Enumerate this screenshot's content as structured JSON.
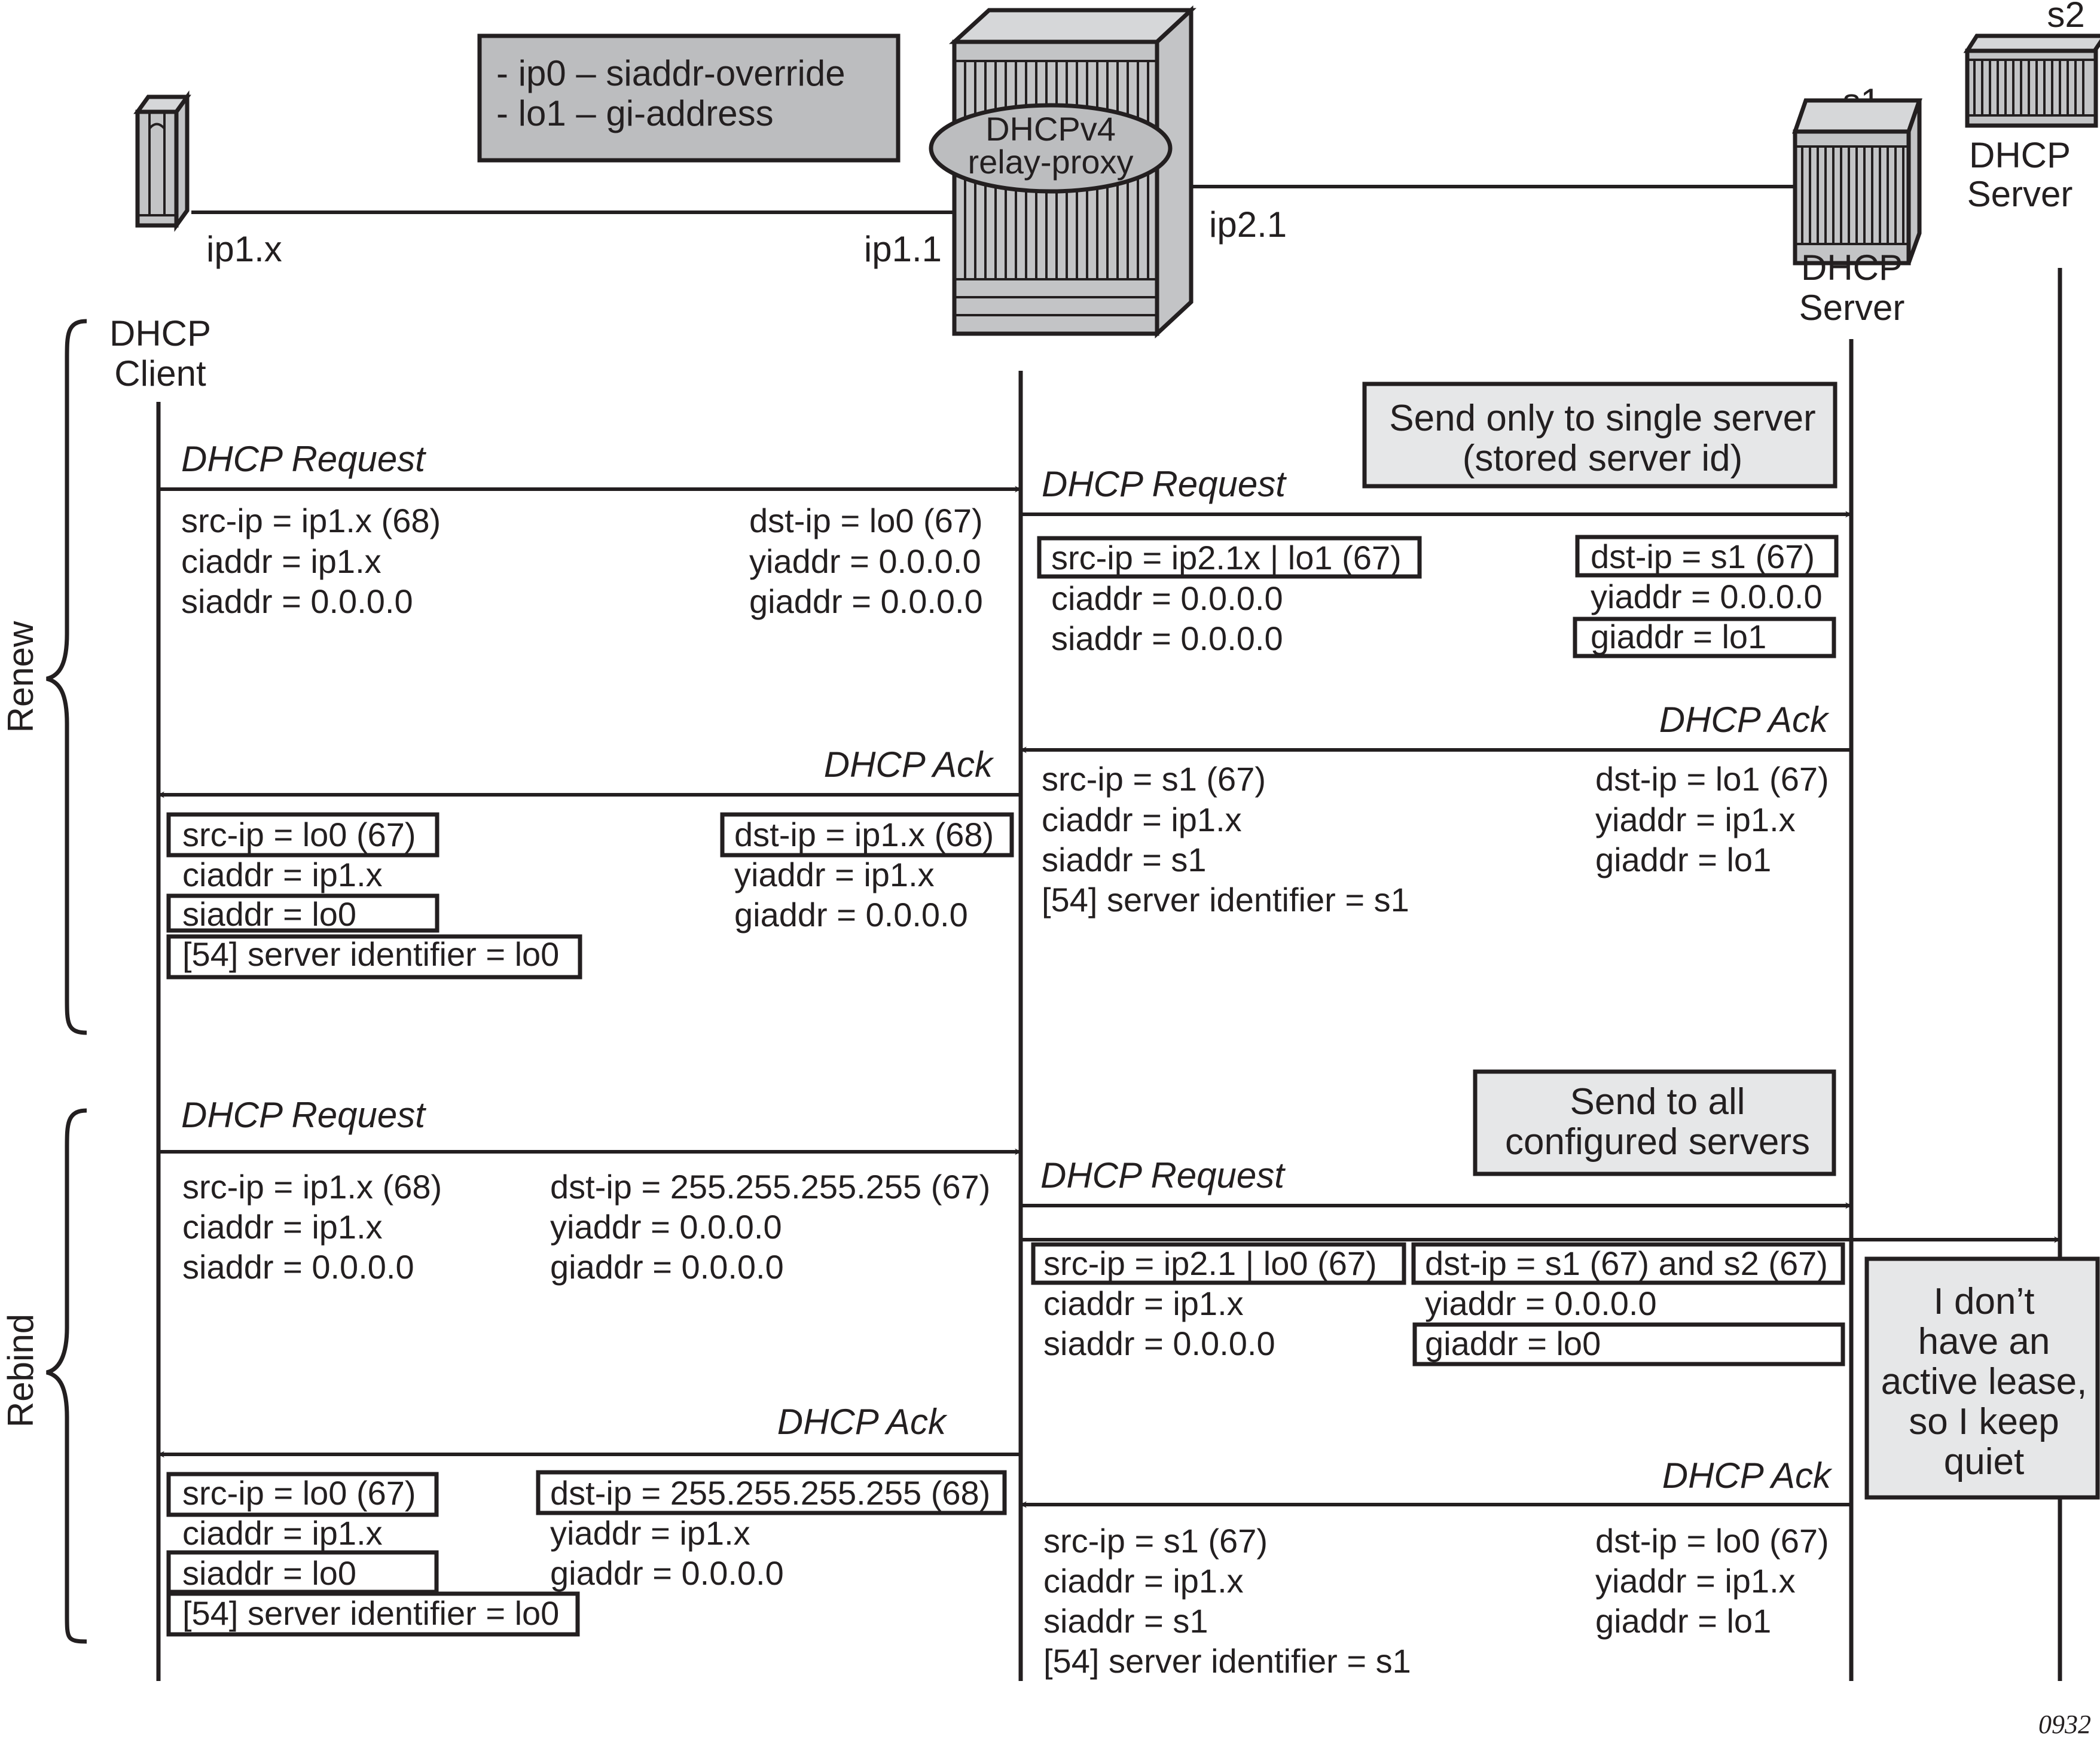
{
  "legend": {
    "line1": "- ip0 – siaddr-override",
    "line2": "- lo1 – gi-address",
    "fill": "#bcbdbf"
  },
  "devices": {
    "client": {
      "label1": "DHCP",
      "label2": "Client",
      "iface": "ip1.x"
    },
    "relay": {
      "label1": "DHCPv4",
      "label2": "relay-proxy",
      "iface_left": "ip1.1",
      "iface_right": "ip2.1"
    },
    "s1": {
      "name": "s1",
      "label1": "DHCP",
      "label2": "Server"
    },
    "s2": {
      "name": "s2",
      "label1": "DHCP",
      "label2": "Server"
    }
  },
  "phases": {
    "renew": "Renew",
    "rebind": "Rebind"
  },
  "notes": {
    "renew": {
      "line1": "Send only to single server",
      "line2": "(stored server id)"
    },
    "rebind": {
      "line1": "Send to all",
      "line2": "configured servers"
    },
    "s2": {
      "lines": [
        "I don’t",
        "have an",
        "active lease,",
        "so I keep",
        "quiet"
      ]
    },
    "fill": "#e6e7e8"
  },
  "renew": {
    "req1": {
      "label": "DHCP Request",
      "left": [
        "src-ip = ip1.x (68)",
        "ciaddr = ip1.x",
        "siaddr = 0.0.0.0"
      ],
      "right": [
        "dst-ip = lo0 (67)",
        "yiaddr = 0.0.0.0",
        "giaddr = 0.0.0.0"
      ]
    },
    "req2": {
      "label": "DHCP Request",
      "left": [
        "src-ip = ip2.1x | lo1 (67)",
        "ciaddr = 0.0.0.0",
        "siaddr = 0.0.0.0"
      ],
      "right": [
        "dst-ip = s1 (67)",
        "yiaddr = 0.0.0.0",
        "giaddr = lo1"
      ]
    },
    "ack1": {
      "label": "DHCP Ack",
      "left": [
        "src-ip = s1 (67)",
        "ciaddr = ip1.x",
        "siaddr = s1",
        "[54] server identifier = s1"
      ],
      "right": [
        "dst-ip = lo1 (67)",
        "yiaddr = ip1.x",
        "giaddr = lo1"
      ]
    },
    "ack2": {
      "label": "DHCP Ack",
      "left": [
        "src-ip = lo0 (67)",
        "ciaddr = ip1.x",
        "siaddr = lo0",
        "[54] server identifier = lo0"
      ],
      "right": [
        "dst-ip = ip1.x (68)",
        "yiaddr = ip1.x",
        "giaddr = 0.0.0.0"
      ]
    }
  },
  "rebind": {
    "req1": {
      "label": "DHCP Request",
      "left": [
        "src-ip = ip1.x (68)",
        "ciaddr = ip1.x",
        "siaddr = 0.0.0.0"
      ],
      "right": [
        "dst-ip = 255.255.255.255 (67)",
        "yiaddr = 0.0.0.0",
        "giaddr = 0.0.0.0"
      ]
    },
    "req2": {
      "label": "DHCP Request",
      "left": [
        "src-ip = ip2.1 | lo0 (67)",
        "ciaddr = ip1.x",
        "siaddr = 0.0.0.0"
      ],
      "right": [
        "dst-ip = s1 (67) and s2 (67)",
        "yiaddr = 0.0.0.0",
        "giaddr = lo0"
      ]
    },
    "ack1": {
      "label": "DHCP Ack",
      "left": [
        "src-ip = s1 (67)",
        "ciaddr = ip1.x",
        "siaddr = s1",
        "[54] server identifier = s1"
      ],
      "right": [
        "dst-ip = lo0 (67)",
        "yiaddr = ip1.x",
        "giaddr = lo1"
      ]
    },
    "ack2": {
      "label": "DHCP Ack",
      "left": [
        "src-ip = lo0 (67)",
        "ciaddr = ip1.x",
        "siaddr = lo0",
        "[54] server identifier = lo0"
      ],
      "right": [
        "dst-ip = 255.255.255.255 (68)",
        "yiaddr = ip1.x",
        "giaddr = 0.0.0.0"
      ]
    }
  },
  "figure_id": "0932"
}
